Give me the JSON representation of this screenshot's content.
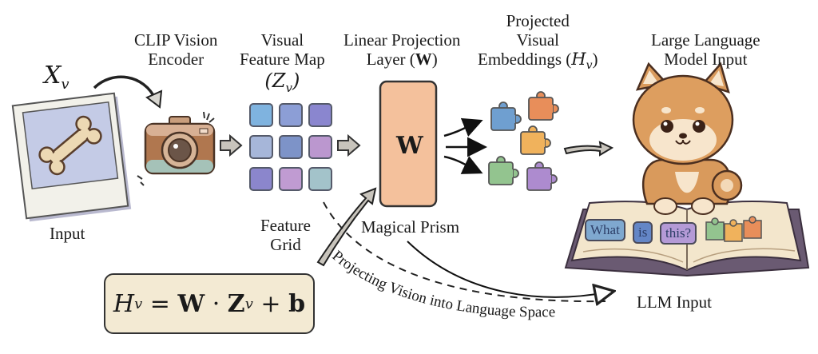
{
  "labels": {
    "input_symbol": "X",
    "input_symbol_sub": "v",
    "input": "Input",
    "encoder_line1": "CLIP Vision",
    "encoder_line2": "Encoder",
    "feature_map_line1": "Visual",
    "feature_map_line2": "Feature Map",
    "feature_map_symbol": "(Z",
    "feature_map_symbol_sub": "v",
    "feature_map_symbol_close": ")",
    "projection_line1": "Linear Projection",
    "projection_line2": "Layer (",
    "projection_bold": "W",
    "projection_close": ")",
    "embeddings_line1": "Projected",
    "embeddings_line2": "Visual",
    "embeddings_line3": "Embeddings (",
    "embeddings_symbol": "H",
    "embeddings_sub": "v",
    "embeddings_close": ")",
    "llm_line1": "Large Language",
    "llm_line2": "Model Input",
    "prism_letter": "W",
    "feature_grid_line1": "Feature",
    "feature_grid_line2": "Grid",
    "magical_prism": "Magical Prism",
    "llm_input": "LLM Input",
    "curved_caption": "Projecting Vision into Language Space"
  },
  "formula": {
    "H": "H",
    "H_sub": "v",
    "eq": " = ",
    "W": "W",
    "dot": " · ",
    "Z": "Z",
    "Z_sub": "v",
    "plus": " + ",
    "b": "b"
  },
  "book_tokens": [
    "What",
    "is",
    "this?"
  ],
  "colors": {
    "feature_grid": [
      "#7fb3df",
      "#8c9ed6",
      "#8a86cf",
      "#a6b6d9",
      "#7d93c8",
      "#bb97cf",
      "#8b86cc",
      "#c09bd2",
      "#a3c3ca"
    ],
    "prism": "#f4c19c",
    "puzzle_pieces": [
      "#6f9fd0",
      "#e88e5a",
      "#f0b25c",
      "#93c48f",
      "#ad8bcf"
    ],
    "token_colors": [
      "#7fa8cf",
      "#6486c6",
      "#b49ad6"
    ],
    "formula_bg": "#f3ead3"
  }
}
